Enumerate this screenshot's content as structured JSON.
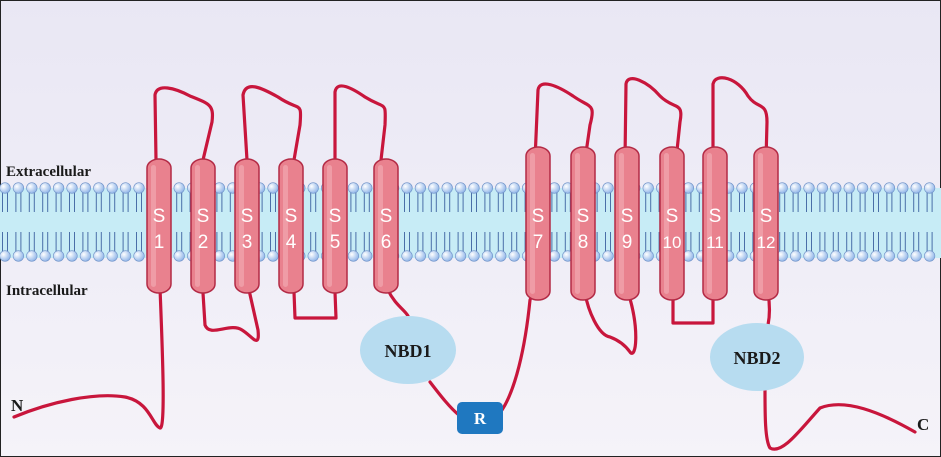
{
  "labels": {
    "extracellular": "Extracellular",
    "intracellular": "Intracellular",
    "n_terminus": "N",
    "c_terminus": "C"
  },
  "domains": {
    "nbd1": "NBD1",
    "nbd2": "NBD2",
    "r": "R"
  },
  "segments": [
    {
      "letter": "S",
      "number": "1"
    },
    {
      "letter": "S",
      "number": "2"
    },
    {
      "letter": "S",
      "number": "3"
    },
    {
      "letter": "S",
      "number": "4"
    },
    {
      "letter": "S",
      "number": "5"
    },
    {
      "letter": "S",
      "number": "6"
    },
    {
      "letter": "S",
      "number": "7"
    },
    {
      "letter": "S",
      "number": "8"
    },
    {
      "letter": "S",
      "number": "9"
    },
    {
      "letter": "S",
      "number": "10"
    },
    {
      "letter": "S",
      "number": "11"
    },
    {
      "letter": "S",
      "number": "12"
    }
  ],
  "colors": {
    "background_top": "#e9e7f4",
    "background_bottom": "#f5f3f9",
    "membrane": "#c7ecf6",
    "lipid_head": "#8db3e8",
    "lipid_tail": "#4a6fa8",
    "protein_chain": "#c8163c",
    "helix_fill": "#e9818e",
    "helix_stroke": "#b32a45",
    "nbd_fill": "#b7dcf0",
    "r_fill": "#1f78c0"
  }
}
